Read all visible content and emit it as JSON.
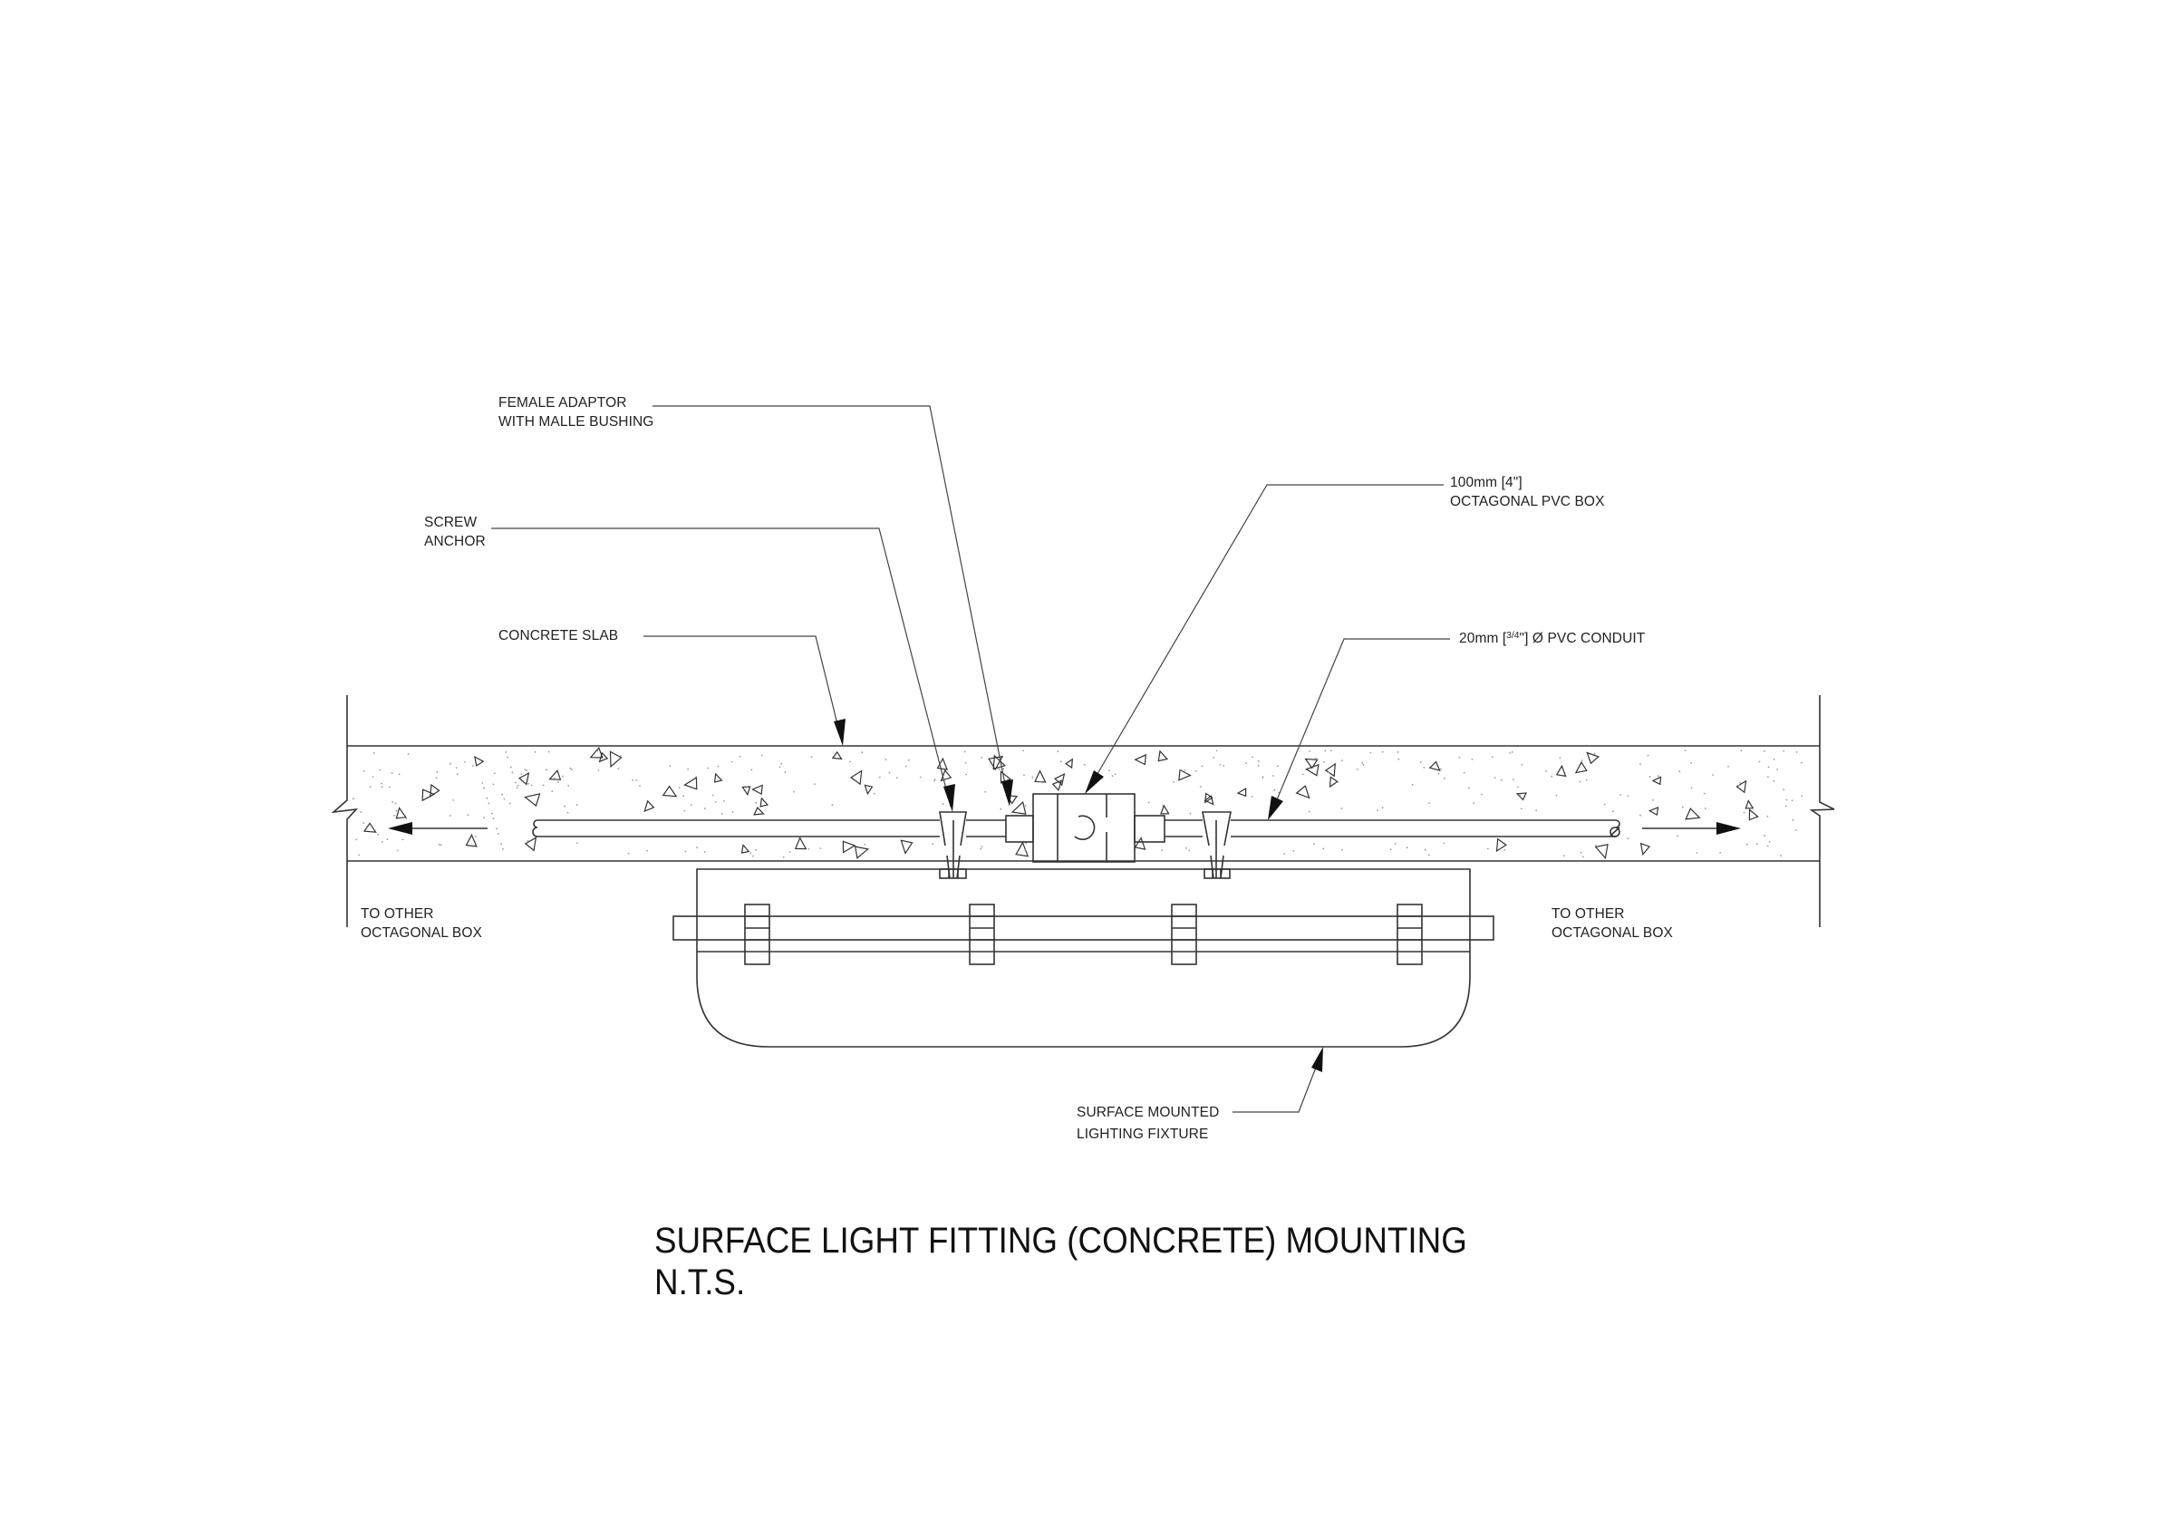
{
  "drawing": {
    "title": "SURFACE LIGHT FITTING (CONCRETE) MOUNTING",
    "scale_note": "N.T.S."
  },
  "labels": {
    "female_adaptor": [
      "FEMALE ADAPTOR",
      "WITH MALLE BUSHING"
    ],
    "screw_anchor": [
      "SCREW",
      "ANCHOR"
    ],
    "concrete_slab": [
      "CONCRETE SLAB"
    ],
    "octagonal_box": [
      "100mm [4\"]",
      "OCTAGONAL PVC BOX"
    ],
    "conduit": {
      "prefix": "20mm [",
      "fraction": "3/4",
      "suffix": "\"] Ø PVC CONDUIT"
    },
    "to_other_left": [
      "TO OTHER",
      "OCTAGONAL BOX"
    ],
    "to_other_right": [
      "TO OTHER",
      "OCTAGONAL BOX"
    ],
    "fixture": [
      "SURFACE MOUNTED",
      "LIGHTING FIXTURE"
    ]
  },
  "colors": {
    "line": "#333333",
    "text": "#222222",
    "background": "#ffffff"
  }
}
